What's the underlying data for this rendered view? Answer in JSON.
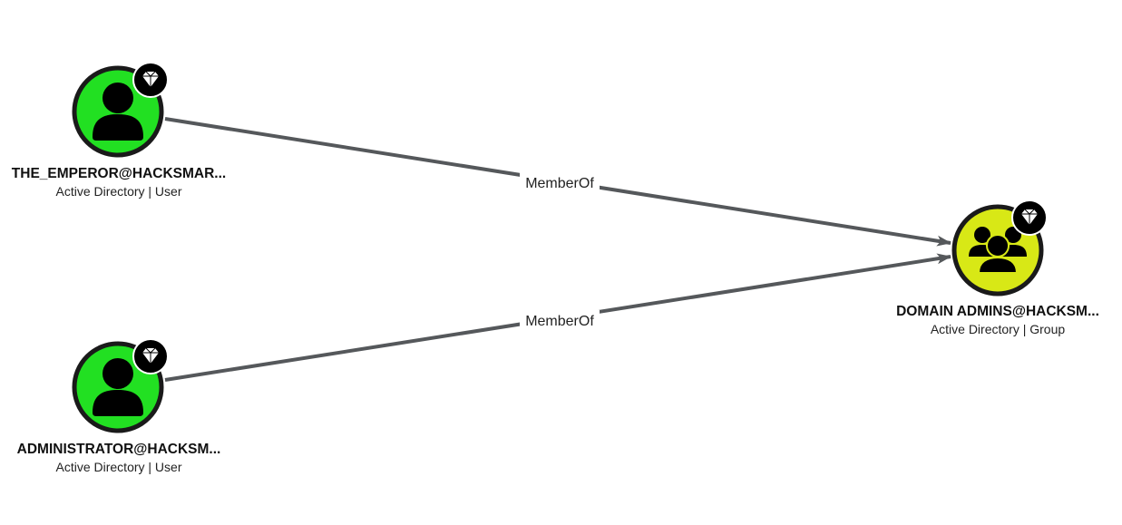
{
  "graph": {
    "nodes": [
      {
        "id": "user-emperor",
        "name": "THE_EMPEROR@HACKSMAR...",
        "subtitle": "Active Directory | User",
        "kind": "user",
        "fill_color": "#22e022",
        "icon": "user-icon",
        "badge_icon": "tier-zero-diamond-icon"
      },
      {
        "id": "user-administrator",
        "name": "ADMINISTRATOR@HACKSM...",
        "subtitle": "Active Directory | User",
        "kind": "user",
        "fill_color": "#22e022",
        "icon": "user-icon",
        "badge_icon": "tier-zero-diamond-icon"
      },
      {
        "id": "group-domain-admins",
        "name": "DOMAIN ADMINS@HACKSM...",
        "subtitle": "Active Directory | Group",
        "kind": "group",
        "fill_color": "#d8e816",
        "icon": "group-icon",
        "badge_icon": "tier-zero-diamond-icon"
      }
    ],
    "edges": [
      {
        "from": "user-emperor",
        "to": "group-domain-admins",
        "label": "MemberOf"
      },
      {
        "from": "user-administrator",
        "to": "group-domain-admins",
        "label": "MemberOf"
      }
    ],
    "colors": {
      "edge": "#55585b",
      "node_border": "#1a1a1a",
      "badge_background": "#000000",
      "badge_glyph": "#ffffff"
    }
  }
}
